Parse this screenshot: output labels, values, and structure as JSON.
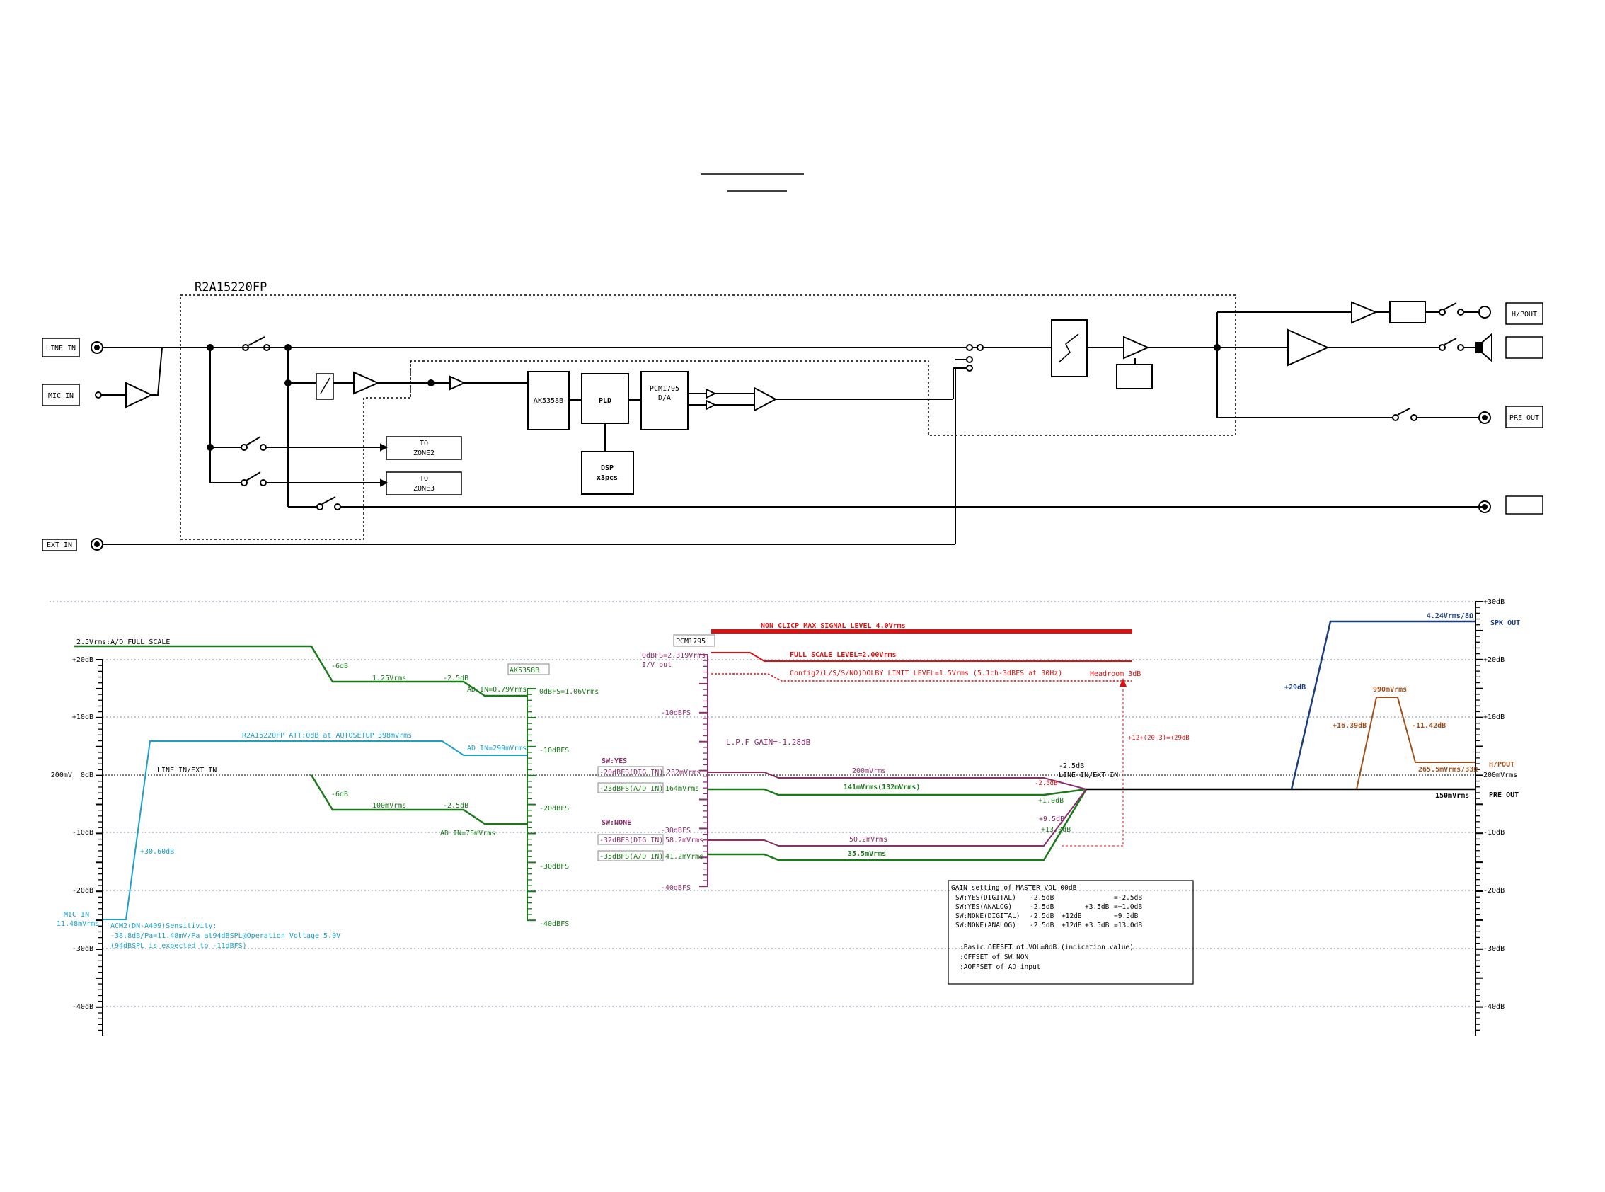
{
  "block": {
    "chip": "R2A15220FP",
    "inputs": {
      "line_in": "LINE IN",
      "mic_in": "MIC IN",
      "ext_in": "EXT IN"
    },
    "outputs": {
      "hp_out": "H/POUT",
      "pre_out": "PRE OUT"
    },
    "ak": "AK5358B",
    "pld": "PLD",
    "dsp": [
      "DSP",
      "x3pcs"
    ],
    "pcm": [
      "PCM1795",
      "D/A"
    ],
    "zone2": [
      "TO",
      "ZONE2"
    ],
    "zone3": [
      "TO",
      "ZONE3"
    ]
  },
  "level": {
    "left_ticks": [
      "+20dB",
      "+10dB",
      "200mV  0dB",
      "-10dB",
      "-20dB",
      "-30dB",
      "-40dB"
    ],
    "right_ticks": [
      "+30dB",
      "+20dB",
      "+10dB",
      "200mVrms",
      "-10dB",
      "-20dB",
      "-30dB",
      "-40dB"
    ],
    "full_scale": "2.5Vrms:A/D FULL SCALE",
    "line_ext": "LINE IN/EXT IN",
    "mic_in": [
      "MIC IN",
      "11.48mVrms"
    ],
    "mic_gain": "+30.60dB",
    "sensitivity": [
      "ACM2(DN-A409)Sensitivity:",
      "-38.8dB/Pa=11.48mV/Pa at94dBSPL@Operation Voltage 5.0V",
      "(94dBSPL is expected to -11dBFS)"
    ],
    "r2a_att": "R2A15220FP ATT:0dB at AUTOSETUP",
    "v398": "398mVrms",
    "ad_in_299": "AD IN=299mVrms",
    "minus6_top": "-6dB",
    "v125": "1.25Vrms",
    "minus25_top": "-2.5dB",
    "ad_in_079": "AD IN=0.79Vrms",
    "zero_dbfs": "0dBFS=1.06Vrms",
    "minus6_bot": "-6dB",
    "v100": "100mVrms",
    "minus25_bot": "-2.5dB",
    "ad_in_75": "AD IN=75mVrms",
    "ak_label": "AK5358B",
    "ak_ticks": [
      "-10dBFS",
      "-20dBFS",
      "-30dBFS",
      "-40dBFS"
    ],
    "pcm_label": "PCM1795",
    "pcm_top": [
      "0dBFS=2.319Vrms",
      "I/V out"
    ],
    "pcm_ticks": [
      "-10dBFS",
      "-30dBFS",
      "-40dBFS"
    ],
    "non_clip": "NON CLICP MAX SIGNAL LEVEL 4.0Vrms",
    "full_scale_level": "FULL SCALE LEVEL=2.00Vrms",
    "config_line": "Config2(L/S/S/NO)DOLBY LIMIT LEVEL=1.5Vrms (5.1ch-3dBFS at 30Hz)",
    "headroom": "Headroom 3dB",
    "lpf": "L.P.F GAIN=-1.28dB",
    "headroom_calc": "+12+(20-3)=+29dB",
    "sw_yes": "SW:YES",
    "sw_none": "SW:NONE",
    "dbfs_20": "-20dBFS(DIG IN)",
    "v232": "232mVrms",
    "dbfs_23": "-23dBFS(A/D IN)",
    "v164": "164mVrms",
    "dbfs_32": "-32dBFS(DIG IN)",
    "v58": "58.2mVrms",
    "dbfs_35": "-35dBFS(A/D IN)",
    "v41": "41.2mVrms",
    "v200": "200mVrms",
    "v141": "141mVrms(132mVrms)",
    "v50": "50.2mVrms",
    "v35": "35.5mVrms",
    "pre_gain_25": "-2.5dB",
    "line_ext_2": "LINE IN/EXT IN",
    "g25b": "-2.5dB",
    "g10": "+1.0dB",
    "g95": "+9.5dB",
    "g130": "+13.0dB",
    "spk_level": "4.24Vrms/8Ω",
    "spk_out": "SPK OUT",
    "g29": "+29dB",
    "v990": "990mVrms",
    "g1639": "+16.39dB",
    "g1142": "-11.42dB",
    "hp_out": "H/POUT",
    "hp_level": "265.5mVrms/33Ω",
    "v150": "150mVrms",
    "pre_out": "PRE OUT",
    "gain_table": {
      "title": "GAIN setting of MASTER VOL 00dB",
      "rows": [
        [
          "SW:YES(DIGITAL)",
          "-2.5dB",
          "",
          "",
          "=-2.5dB"
        ],
        [
          "SW:YES(ANALOG)",
          "-2.5dB",
          "",
          "+3.5dB",
          "=+1.0dB"
        ],
        [
          "SW:NONE(DIGITAL)",
          "-2.5dB",
          "+12dB",
          "",
          "=9.5dB"
        ],
        [
          "SW:NONE(ANALOG)",
          "-2.5dB",
          "+12dB",
          "+3.5dB",
          "=13.0dB"
        ]
      ],
      "notes": [
        ":Basic OFFSET of VOL=0dB (indication value)",
        ":OFFSET of SW NON",
        ":AOFFSET of AD input"
      ]
    }
  }
}
